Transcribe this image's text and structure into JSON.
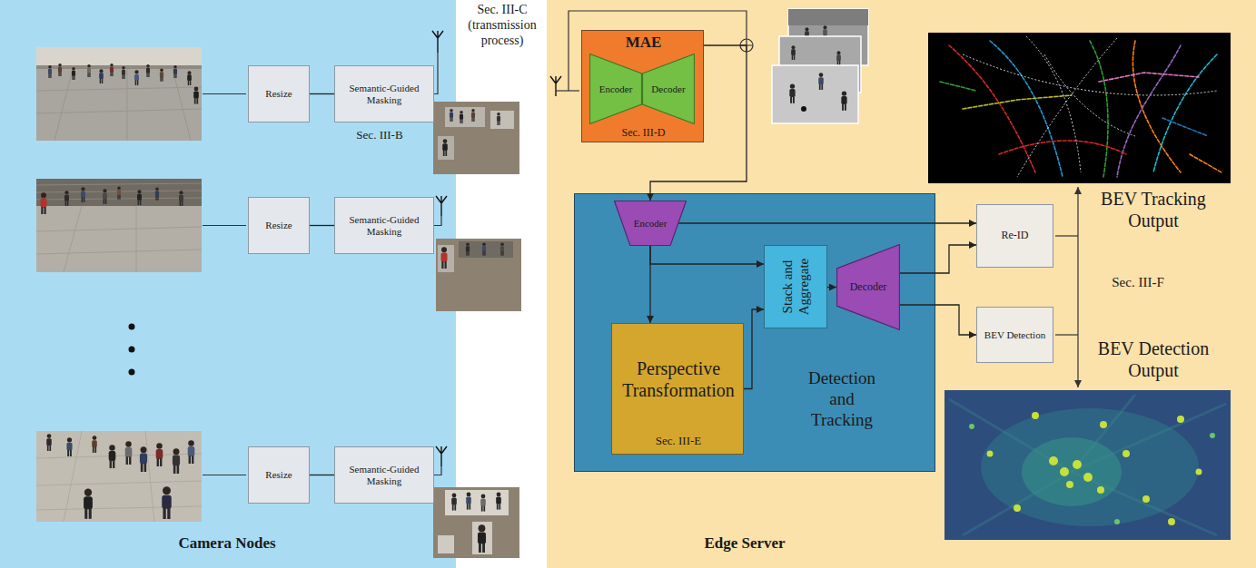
{
  "diagram": {
    "nodes": [
      {
        "text": [
          "Camera Nodes"
        ]
      },
      {
        "text": [
          "Resize"
        ],
        "in": 0
      },
      {
        "text": [
          "Semantic-Guided Masking"
        ],
        "in": 0
      },
      {
        "text": [
          "Resize"
        ],
        "in": 0
      },
      {
        "text": [
          "Semantic-Guided Masking"
        ],
        "in": 0
      },
      {
        "text": [
          "Resize"
        ],
        "in": 0
      },
      {
        "text": [
          "Semantic-Guided Masking"
        ],
        "in": 0
      },
      {
        "text": [
          "Edge Server"
        ]
      },
      {
        "text": [
          "MAE",
          "Sec. III-D"
        ],
        "in": 7
      },
      {
        "text": [
          "Encoder"
        ],
        "in": 8
      },
      {
        "text": [
          "Decoder"
        ],
        "in": 8
      },
      {
        "text": [
          "Detection and Tracking"
        ],
        "in": 7
      },
      {
        "text": [
          "Encoder"
        ],
        "in": 11
      },
      {
        "text": [
          "Perspective Transformation",
          "Sec. III-E"
        ],
        "in": 11
      },
      {
        "text": [
          "Stack and Aggregate"
        ],
        "in": 11
      },
      {
        "text": [
          "Decoder"
        ],
        "in": 11
      },
      {
        "text": [
          "Re-ID"
        ],
        "in": 7
      },
      {
        "text": [
          "BEV Detection"
        ],
        "in": 7
      }
    ],
    "edges": [
      {
        "from": 1,
        "to": 2,
        "arrow": "none"
      },
      {
        "from": 3,
        "to": 4,
        "arrow": "none"
      },
      {
        "from": 5,
        "to": 6,
        "arrow": "none"
      },
      {
        "from": 8,
        "to": 12,
        "arrow": "to"
      },
      {
        "from": 12,
        "to": 13,
        "arrow": "to"
      },
      {
        "from": 12,
        "to": 14,
        "arrow": "to"
      },
      {
        "from": 13,
        "to": 14,
        "arrow": "to"
      },
      {
        "from": 12,
        "to": 16,
        "arrow": "to"
      },
      {
        "from": 14,
        "to": 15,
        "arrow": "to"
      },
      {
        "from": 15,
        "to": 16,
        "arrow": "to"
      },
      {
        "from": 15,
        "to": 17,
        "arrow": "to"
      }
    ],
    "labels": [
      "Sec. III-B",
      "Sec. III-C (transmission process)",
      "BEV Tracking Output",
      "Sec. III-F",
      "BEV Detection Output"
    ]
  }
}
